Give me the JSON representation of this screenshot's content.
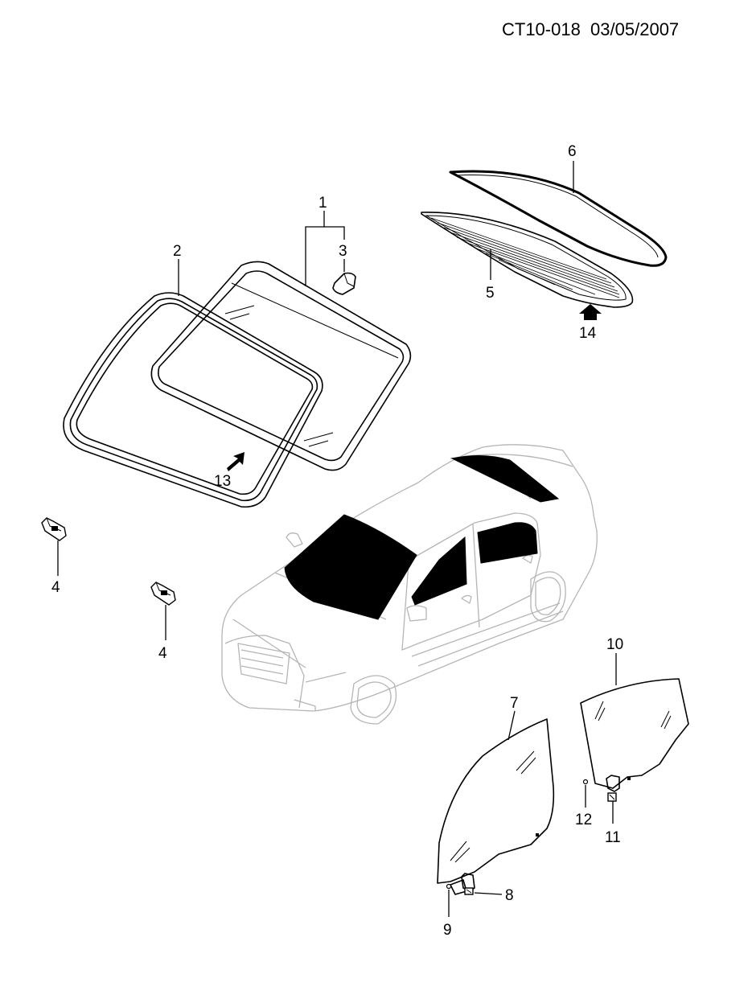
{
  "header": {
    "code": "CT10-018  03/05/2007"
  },
  "callouts": {
    "c1": "1",
    "c2": "2",
    "c3": "3",
    "c4a": "4",
    "c4b": "4",
    "c5": "5",
    "c6": "6",
    "c7": "7",
    "c8": "8",
    "c9": "9",
    "c10": "10",
    "c11": "11",
    "c12": "12",
    "c13": "13",
    "c14": "14"
  }
}
